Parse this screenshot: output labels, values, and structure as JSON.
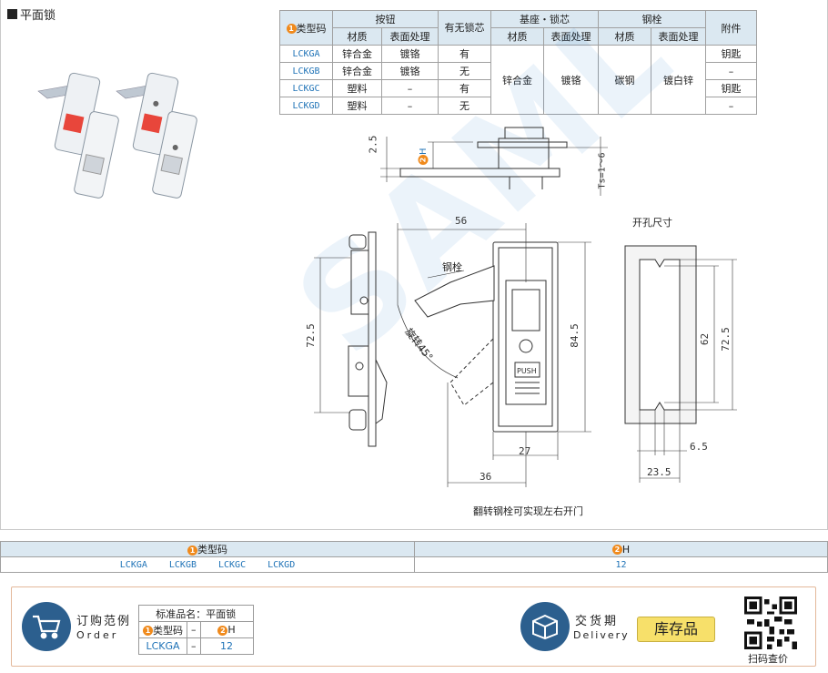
{
  "title": "平面锁",
  "spec_table": {
    "col_type": "类型码",
    "col_type_num": "1",
    "col_button": "按钮",
    "col_lock_core": "有无锁芯",
    "col_base": "基座・锁芯",
    "col_bolt": "钢栓",
    "col_accessory": "附件",
    "sub_material": "材质",
    "sub_surface": "表面处理",
    "rows": [
      {
        "code": "LCKGA",
        "btn_material": "锌合金",
        "btn_surface": "镀铬",
        "core": "有",
        "accessory": "钥匙"
      },
      {
        "code": "LCKGB",
        "btn_material": "锌合金",
        "btn_surface": "镀铬",
        "core": "无",
        "accessory": "–"
      },
      {
        "code": "LCKGC",
        "btn_material": "塑料",
        "btn_surface": "–",
        "core": "有",
        "accessory": "钥匙"
      },
      {
        "code": "LCKGD",
        "btn_material": "塑料",
        "btn_surface": "–",
        "core": "无",
        "accessory": "–"
      }
    ],
    "base_material": "锌合金",
    "base_surface": "镀铬",
    "bolt_material": "碳钢",
    "bolt_surface": "镀白锌"
  },
  "drawing": {
    "dim_2_5": "2.5",
    "h_label": "H",
    "h_num": "2",
    "ts_label": "Ts=1～6",
    "dim_56": "56",
    "bolt_label": "钢栓",
    "rotate_label": "旋转45°",
    "dim_72_5_left": "72.5",
    "dim_84_5": "84.5",
    "dim_27": "27",
    "dim_36": "36",
    "push_label": "PUSH",
    "cutout_title": "开孔尺寸",
    "dim_62": "62",
    "dim_72_5_right": "72.5",
    "dim_6_5": "6.5",
    "dim_23_5": "23.5",
    "note": "翻转钢栓可实现左右开门",
    "watermark": "SAML"
  },
  "bottom_table": {
    "h1": "类型码",
    "h1_num": "1",
    "h2": "H",
    "h2_num": "2",
    "codes": [
      "LCKGA",
      "LCKGB",
      "LCKGC",
      "LCKGD"
    ],
    "h_value": "12"
  },
  "order": {
    "title": "订购范例",
    "subtitle": "Order",
    "std_name_label": "标准品名：平面锁",
    "col_type": "类型码",
    "col_type_num": "1",
    "col_dash": "–",
    "col_h": "H",
    "col_h_num": "2",
    "val_code": "LCKGA",
    "val_dash": "–",
    "val_h": "12",
    "delivery_title": "交货期",
    "delivery_subtitle": "Delivery",
    "stock": "库存品",
    "qr_label": "扫码查价"
  },
  "colors": {
    "accent": "#2c5f8e",
    "header_bg": "#dbe8f1",
    "code_blue": "#1f73b7",
    "badge": "#f08a1c",
    "stock_bg": "#f7e06a"
  }
}
